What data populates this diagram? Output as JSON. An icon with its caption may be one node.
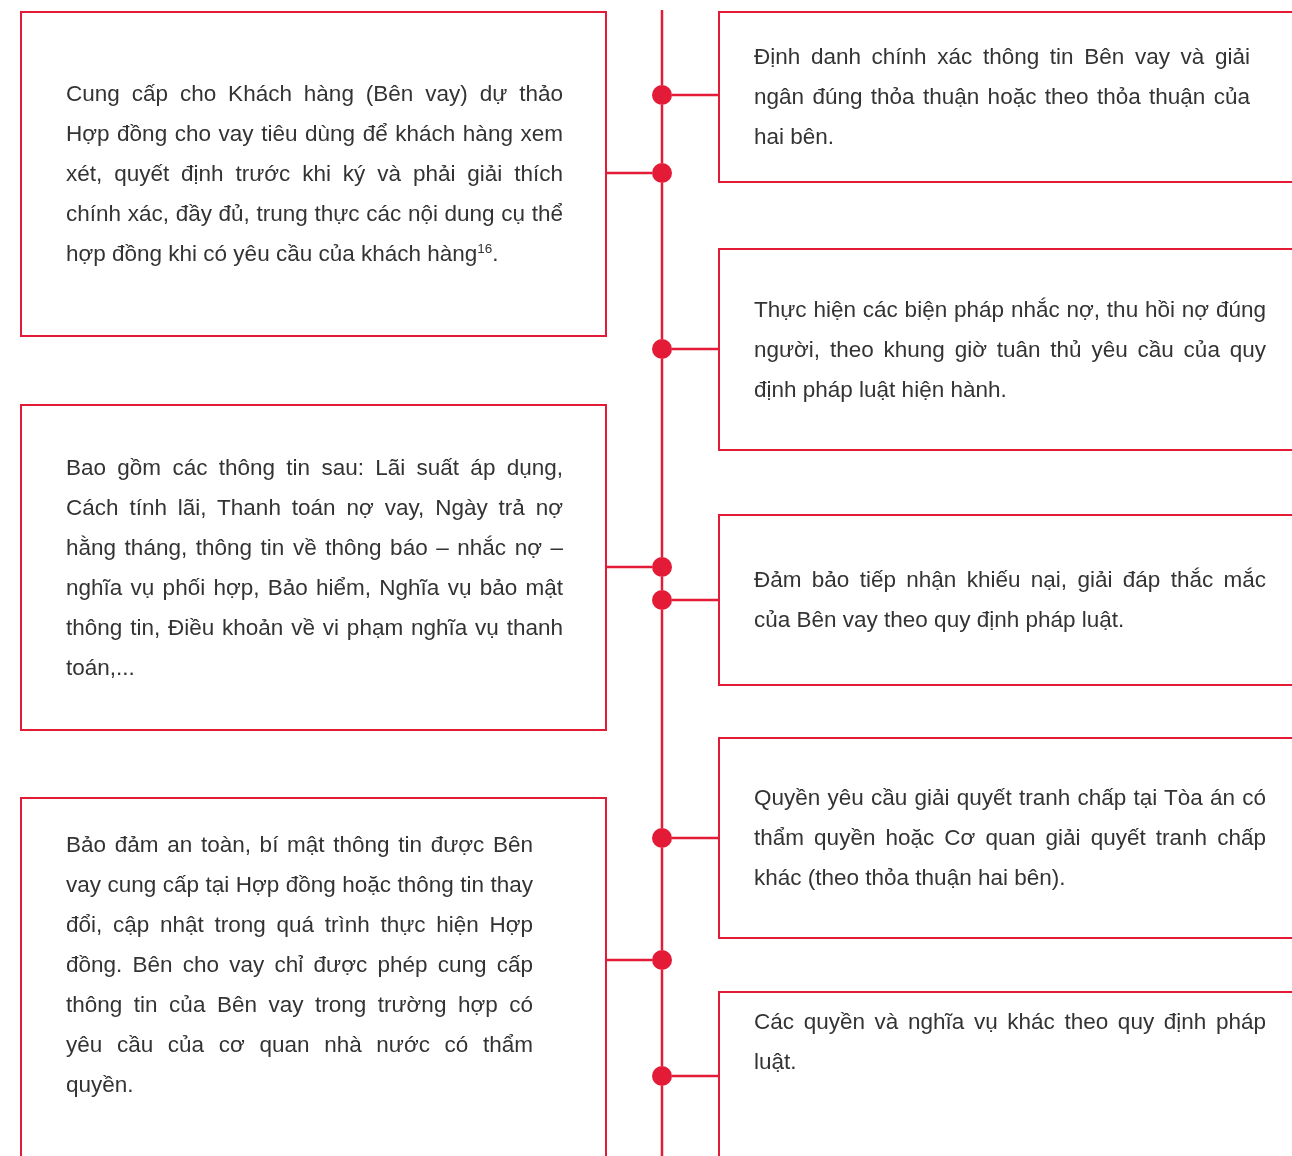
{
  "diagram": {
    "nodes": [
      {
        "text": [
          "Cung cấp cho Khách hàng (Bên vay) dự thảo Hợp đồng cho vay tiêu dùng để khách hàng xem xét, quyết định trước khi ký và phải giải thích chính xác, đầy đủ, trung thực các nội dung cụ thể hợp đồng khi có yêu cầu của khách hàng$^{16}$."
        ]
      },
      {
        "text": [
          "Bao gồm các thông tin sau: Lãi suất áp dụng, Cách tính lãi, Thanh toán nợ vay, Ngày trả nợ hằng tháng, thông tin về thông báo – nhắc nợ – nghĩa vụ phối hợp, Bảo hiểm, Nghĩa vụ bảo mật thông tin, Điều khoản về vi phạm nghĩa vụ thanh toán,..."
        ]
      },
      {
        "text": [
          "Bảo đảm an toàn, bí mật thông tin được Bên vay cung cấp tại Hợp đồng hoặc thông tin thay đổi, cập nhật trong quá trình thực hiện Hợp đồng. Bên cho vay chỉ được phép cung cấp thông tin của Bên vay trong trường hợp có yêu cầu của cơ quan nhà nước có thẩm quyền."
        ]
      },
      {
        "text": [
          "Định danh chính xác thông tin Bên vay và giải ngân đúng thỏa thuận hoặc theo thỏa thuận của hai bên."
        ]
      },
      {
        "text": [
          "Thực hiện các biện pháp nhắc nợ, thu hồi nợ đúng người, theo khung giờ tuân thủ yêu cầu của quy định pháp luật hiện hành."
        ]
      },
      {
        "text": [
          "Đảm bảo tiếp nhận khiếu nại, giải đáp thắc mắc của Bên vay theo quy định pháp luật."
        ]
      },
      {
        "text": [
          "Quyền yêu cầu giải quyết tranh chấp tại Tòa án có thẩm quyền hoặc Cơ quan giải quyết tranh chấp khác (theo thỏa thuận hai bên)."
        ]
      },
      {
        "text": [
          "Các quyền và nghĩa vụ khác theo quy định pháp luật."
        ]
      },
      {
        "text": [],
        "shape": "circle"
      },
      {
        "text": [],
        "shape": "circle"
      },
      {
        "text": [],
        "shape": "circle"
      },
      {
        "text": [],
        "shape": "circle"
      },
      {
        "text": [],
        "shape": "circle"
      },
      {
        "text": [],
        "shape": "circle"
      },
      {
        "text": [],
        "shape": "circle"
      },
      {
        "text": [],
        "shape": "circle"
      }
    ],
    "edges": [
      {
        "from": 3,
        "to": 8,
        "arrow": "none"
      },
      {
        "from": 0,
        "to": 9,
        "arrow": "none"
      },
      {
        "from": 4,
        "to": 10,
        "arrow": "none"
      },
      {
        "from": 1,
        "to": 11,
        "arrow": "none"
      },
      {
        "from": 5,
        "to": 12,
        "arrow": "none"
      },
      {
        "from": 6,
        "to": 13,
        "arrow": "none"
      },
      {
        "from": 2,
        "to": 14,
        "arrow": "none"
      },
      {
        "from": 7,
        "to": 15,
        "arrow": "none"
      },
      {
        "from": null,
        "to": 8,
        "arrow": "none"
      },
      {
        "from": 8,
        "to": 9,
        "arrow": "none"
      },
      {
        "from": 9,
        "to": 10,
        "arrow": "none"
      },
      {
        "from": 10,
        "to": 11,
        "arrow": "none"
      },
      {
        "from": 11,
        "to": 12,
        "arrow": "none"
      },
      {
        "from": 12,
        "to": 13,
        "arrow": "none"
      },
      {
        "from": 13,
        "to": 14,
        "arrow": "none"
      },
      {
        "from": 14,
        "to": 15,
        "arrow": "none"
      },
      {
        "from": 15,
        "to": null,
        "arrow": "none"
      }
    ]
  }
}
